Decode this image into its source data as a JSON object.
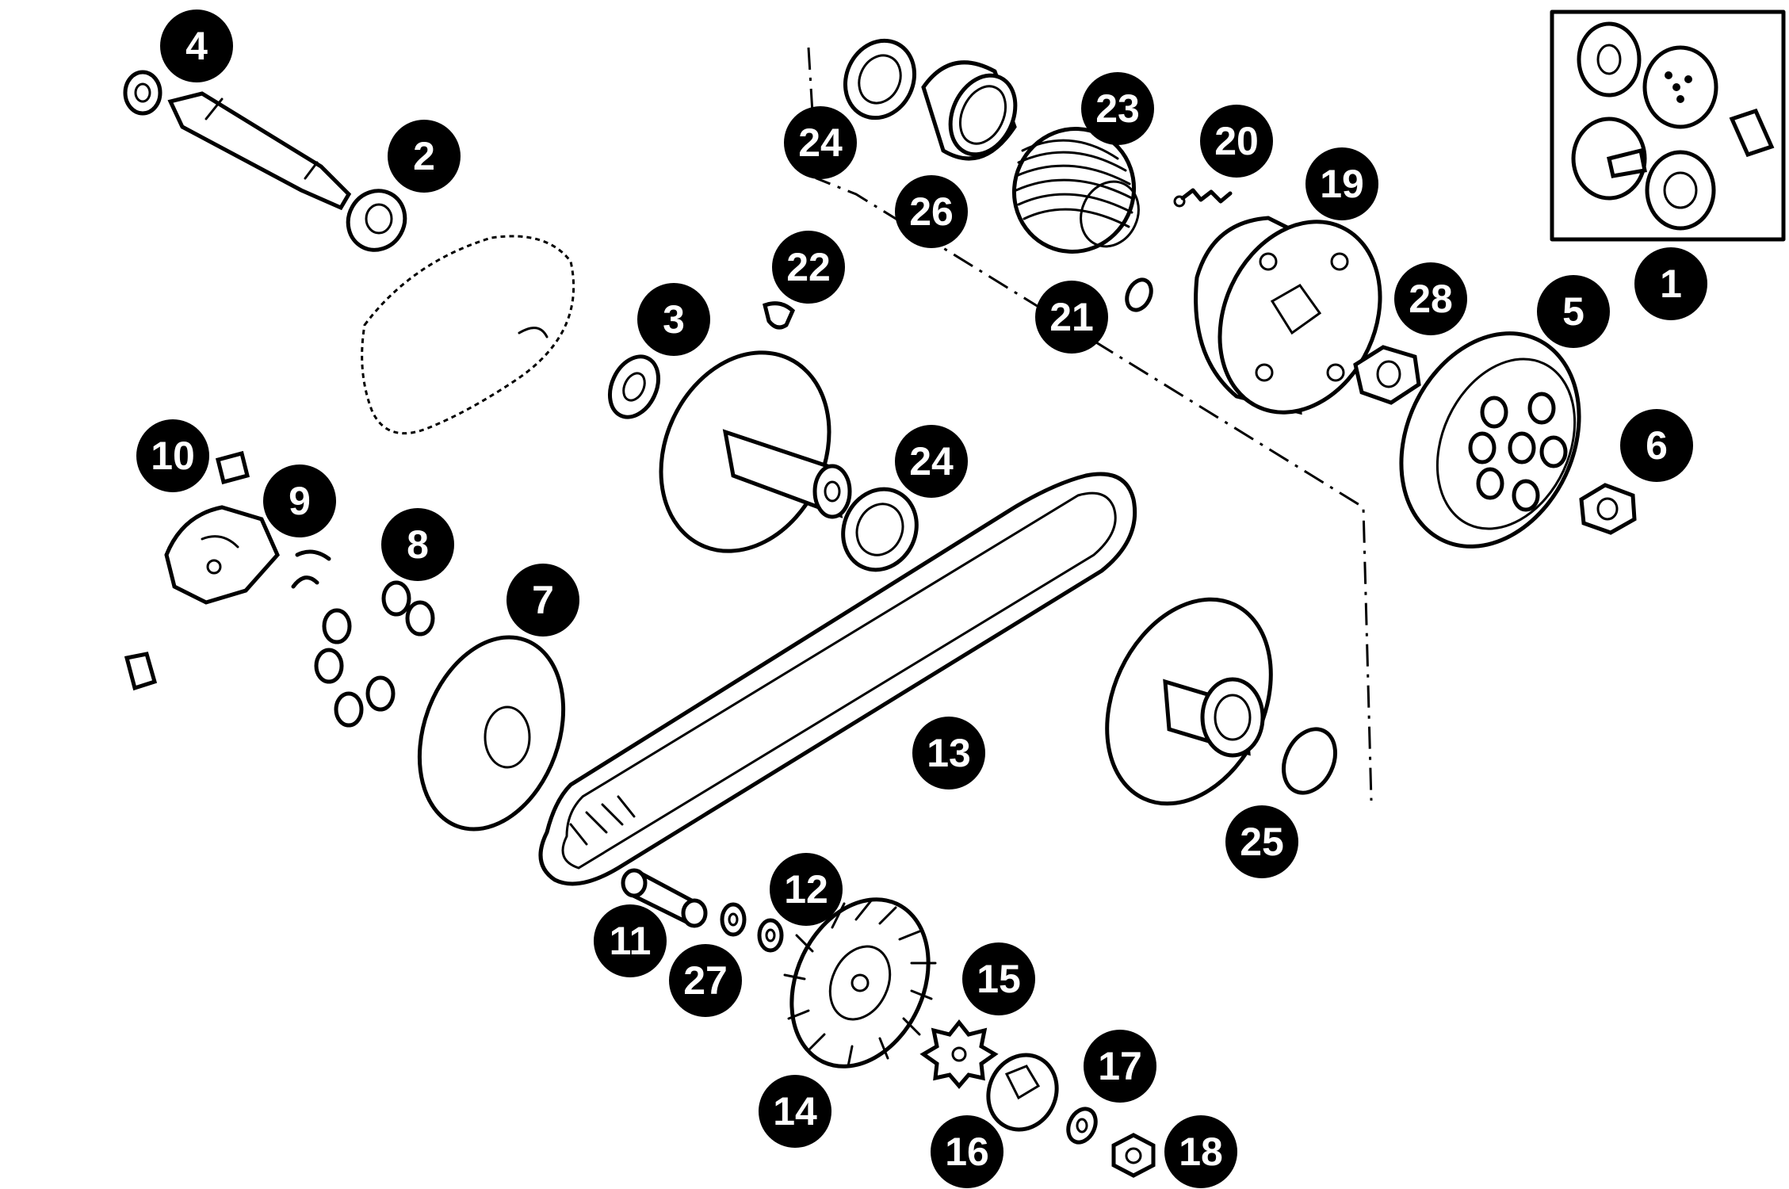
{
  "callouts": {
    "c1": "1",
    "c2": "2",
    "c3": "3",
    "c4": "4",
    "c5": "5",
    "c6": "6",
    "c7": "7",
    "c8": "8",
    "c9": "9",
    "c10": "10",
    "c11": "11",
    "c12": "12",
    "c13": "13",
    "c14": "14",
    "c15": "15",
    "c16": "16",
    "c17": "17",
    "c18": "18",
    "c19": "19",
    "c20": "20",
    "c21": "21",
    "c22": "22",
    "c23": "23",
    "c24a": "24",
    "c24b": "24",
    "c25": "25",
    "c26": "26",
    "c27": "27",
    "c28": "28"
  },
  "colors": {
    "ink": "#000000",
    "paper": "#ffffff"
  }
}
